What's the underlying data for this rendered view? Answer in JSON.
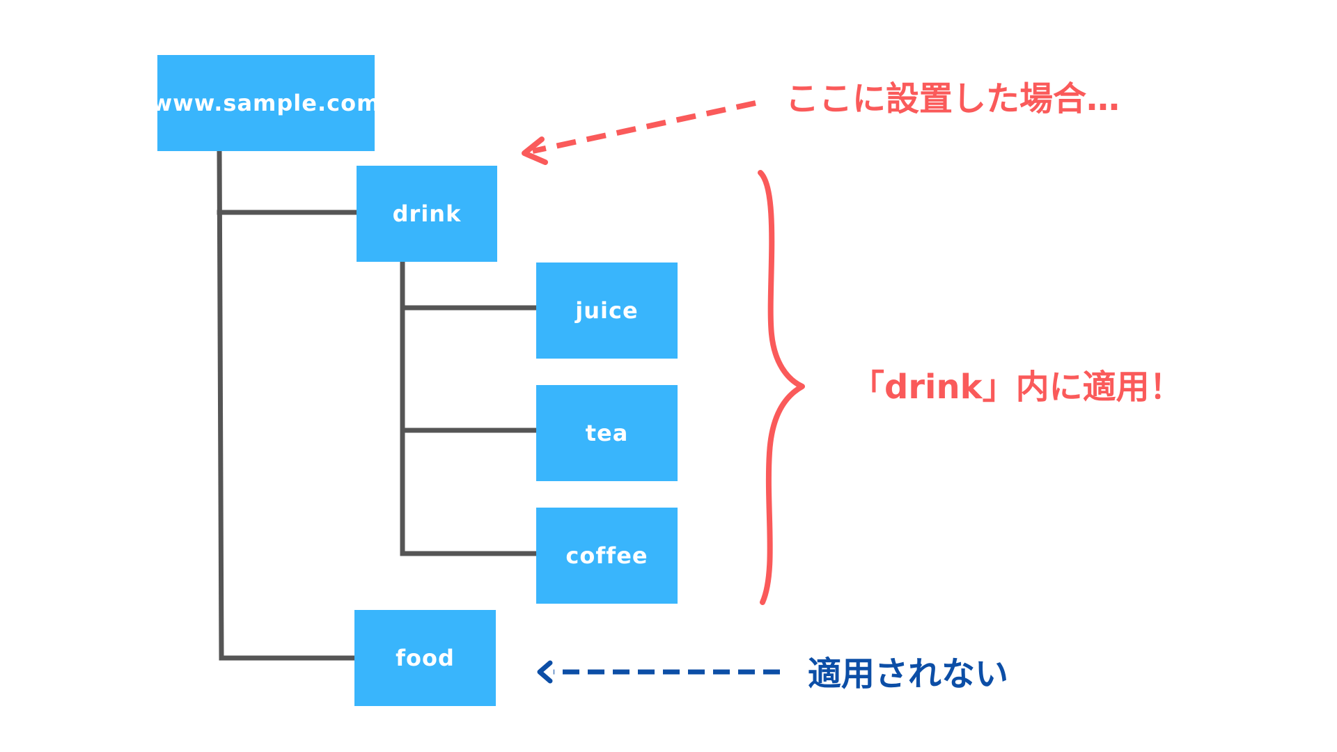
{
  "colors": {
    "node": "#39b5fc",
    "connector": "#555555",
    "highlight": "#fa5a5a",
    "muted_note": "#0c4ea6"
  },
  "nodes": {
    "root": "www.sample.com",
    "drink": "drink",
    "juice": "juice",
    "tea": "tea",
    "coffee": "coffee",
    "food": "food"
  },
  "annotations": {
    "placed_here": "ここに設置した場合…",
    "applies_in_drink": "「drink」内に適用！",
    "not_applied": "適用されない"
  }
}
